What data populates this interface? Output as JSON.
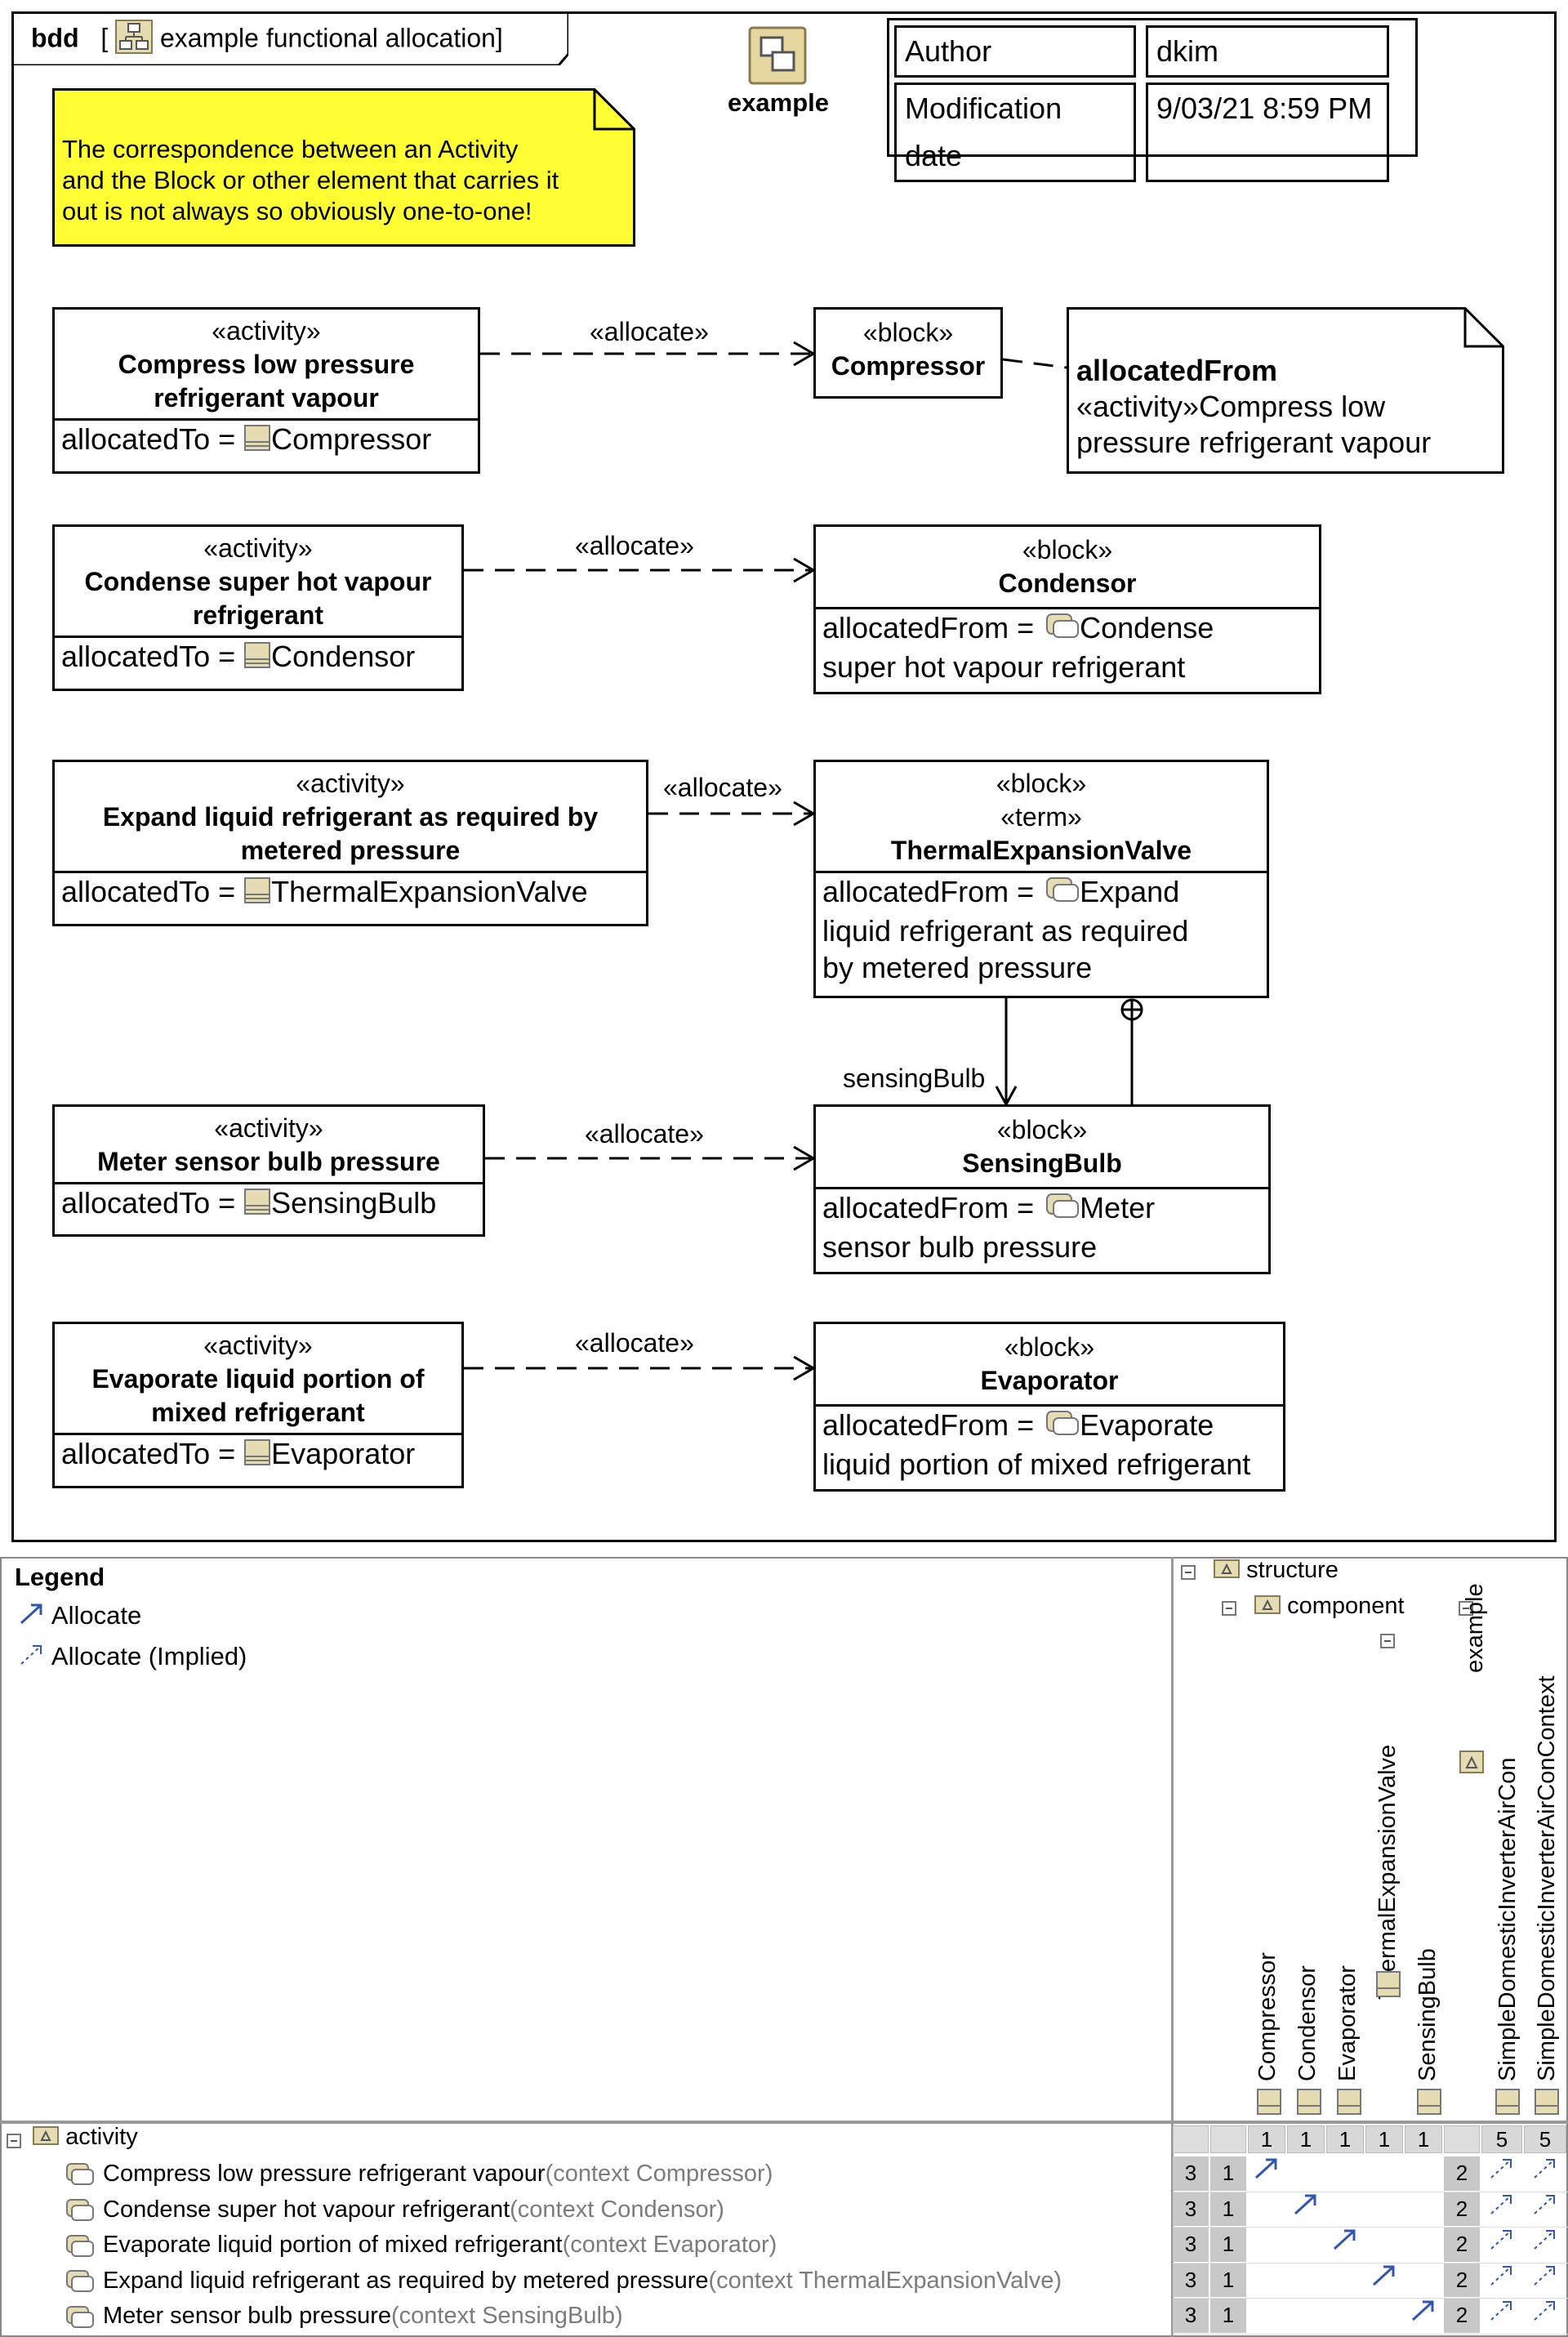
{
  "frame": {
    "kind": "bdd",
    "name": "example functional allocation"
  },
  "package_label": "example",
  "info_table": {
    "rows": [
      {
        "key": "Author",
        "value": "dkim"
      },
      {
        "key": "Modification date",
        "value": "9/03/21 8:59 PM"
      }
    ]
  },
  "note": {
    "lines": [
      "The correspondence between an Activity",
      "and the Block or other element that carries it",
      "out is not always so obviously one-to-one!"
    ]
  },
  "activities": [
    {
      "stereo": "«activity»",
      "name_lines": [
        "Compress low pressure",
        "refrigerant vapour"
      ],
      "allocated_to_label": "allocatedTo = ",
      "allocated_to": "Compressor"
    },
    {
      "stereo": "«activity»",
      "name_lines": [
        "Condense super hot vapour",
        "refrigerant"
      ],
      "allocated_to_label": "allocatedTo = ",
      "allocated_to": "Condensor"
    },
    {
      "stereo": "«activity»",
      "name_lines": [
        "Expand liquid refrigerant as required by",
        "metered pressure"
      ],
      "allocated_to_label": "allocatedTo = ",
      "allocated_to": "ThermalExpansionValve"
    },
    {
      "stereo": "«activity»",
      "name_lines": [
        "Meter sensor bulb pressure"
      ],
      "allocated_to_label": "allocatedTo = ",
      "allocated_to": "SensingBulb"
    },
    {
      "stereo": "«activity»",
      "name_lines": [
        "Evaporate liquid portion of",
        "mixed refrigerant"
      ],
      "allocated_to_label": "allocatedTo = ",
      "allocated_to": "Evaporator"
    }
  ],
  "blocks": [
    {
      "stereo": "«block»",
      "name": "Compressor"
    },
    {
      "stereo": "«block»",
      "name": "Condensor",
      "allocated_from_label": "allocatedFrom = ",
      "allocated_from_lines": [
        "Condense",
        "super hot vapour refrigerant"
      ]
    },
    {
      "stereo": "«block»",
      "stereo2": "«term»",
      "name": "ThermalExpansionValve",
      "allocated_from_label": "allocatedFrom = ",
      "allocated_from_lines": [
        "Expand",
        "liquid refrigerant as required",
        "by metered pressure"
      ]
    },
    {
      "stereo": "«block»",
      "name": "SensingBulb",
      "allocated_from_label": "allocatedFrom = ",
      "allocated_from_lines": [
        "Meter",
        "sensor bulb pressure"
      ]
    },
    {
      "stereo": "«block»",
      "name": "Evaporator",
      "allocated_from_label": "allocatedFrom = ",
      "allocated_from_lines": [
        "Evaporate",
        "liquid portion of mixed refrigerant"
      ]
    }
  ],
  "allocated_from_note": {
    "title": "allocatedFrom",
    "lines": [
      "«activity»Compress low",
      "pressure refrigerant vapour"
    ]
  },
  "allocate_label": "«allocate»",
  "sensing_role": "sensingBulb",
  "matrix": {
    "legend": {
      "title": "Legend",
      "items": [
        "Allocate",
        "Allocate (Implied)"
      ]
    },
    "col_groups": [
      "structure",
      "component",
      "example"
    ],
    "columns": [
      "Compressor",
      "Condensor",
      "Evaporator",
      "ThermalExpansionValve",
      "SensingBulb",
      "SimpleDomesticInverterAirCon",
      "SimpleDomesticInverterAirConContext"
    ],
    "column_totals": [
      "1",
      "1",
      "1",
      "1",
      "1",
      "5",
      "5"
    ],
    "row_group": "activity",
    "rows": [
      {
        "name": "Compress low pressure refrigerant vapour",
        "context": "(context Compressor)",
        "n1": "3",
        "n2": "1",
        "n3": "2",
        "alloc_col": 0
      },
      {
        "name": "Condense super hot vapour refrigerant",
        "context": "(context Condensor)",
        "n1": "3",
        "n2": "1",
        "n3": "2",
        "alloc_col": 1
      },
      {
        "name": "Evaporate liquid portion of mixed refrigerant",
        "context": "(context Evaporator)",
        "n1": "3",
        "n2": "1",
        "n3": "2",
        "alloc_col": 2
      },
      {
        "name": "Expand liquid refrigerant as required by metered pressure",
        "context": "(context ThermalExpansionValve)",
        "n1": "3",
        "n2": "1",
        "n3": "2",
        "alloc_col": 3
      },
      {
        "name": "Meter sensor bulb pressure",
        "context": "(context SensingBulb)",
        "n1": "3",
        "n2": "1",
        "n3": "2",
        "alloc_col": 4
      }
    ]
  }
}
